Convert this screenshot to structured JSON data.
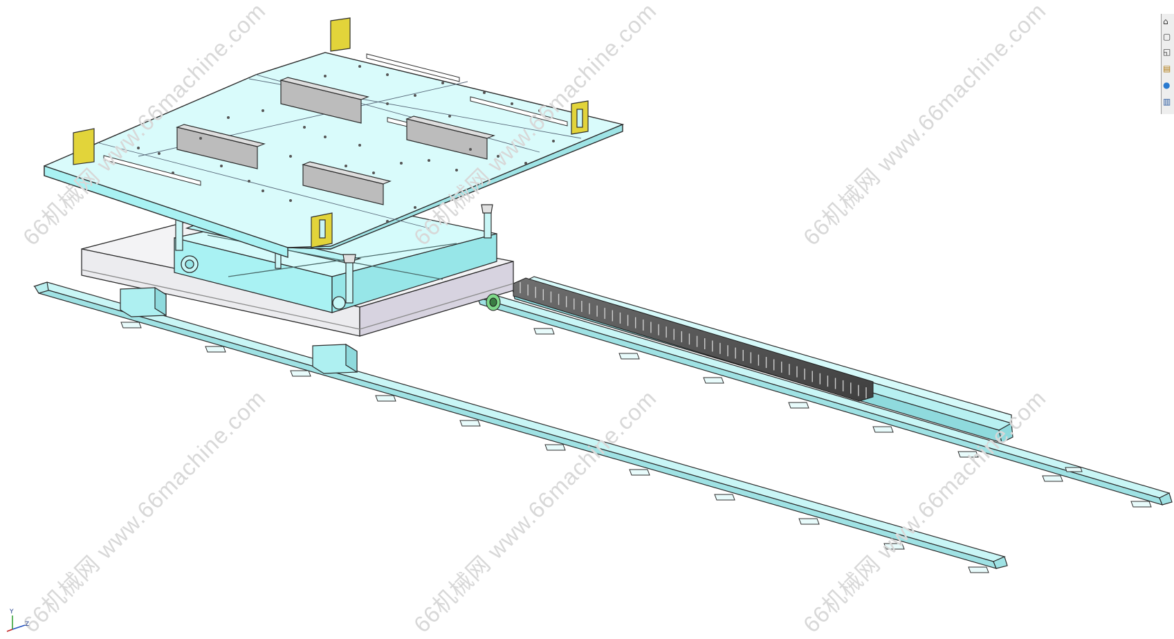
{
  "watermarks": [
    {
      "text": "66机械网 www.66machine.com"
    },
    {
      "text": "66机械网 www.66machine.com"
    },
    {
      "text": "66机械网 www.66machine.com"
    },
    {
      "text": "66机械网 www.66machine.com"
    },
    {
      "text": "66机械网 www.66machine.com"
    },
    {
      "text": "66机械网 www.66machine.com"
    }
  ],
  "toolbar": {
    "buttons": [
      {
        "icon": "home-view-icon",
        "glyph": "⌂"
      },
      {
        "icon": "cube-view-icon",
        "glyph": "▢"
      },
      {
        "icon": "part-icon",
        "glyph": "◱"
      },
      {
        "icon": "folder-icon",
        "glyph": "▤"
      },
      {
        "icon": "appearance-icon",
        "glyph": "●"
      },
      {
        "icon": "properties-icon",
        "glyph": "▥"
      }
    ]
  },
  "triad": {
    "y_label": "Y",
    "z_label": "Z"
  },
  "colors": {
    "plate": "#d9fbfb",
    "frame": "#a9f2f3",
    "rail": "#c9f6f6",
    "base": "#e7e7ea",
    "block": "#a4a4a4",
    "stop": "#e2d43a",
    "outline": "#2b2b2b"
  }
}
